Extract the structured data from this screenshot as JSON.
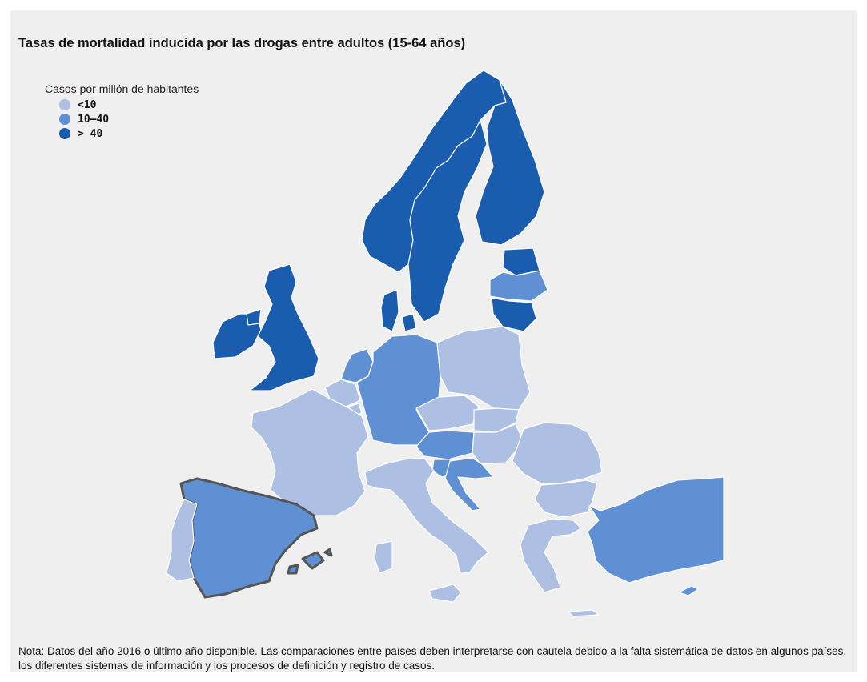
{
  "title": "Tasas de mortalidad inducida por las drogas entre adultos (15-64 años)",
  "legend": {
    "title": "Casos por millón de habitantes",
    "items": [
      {
        "label": "<10",
        "color": "#adc0e4"
      },
      {
        "label": "10–40",
        "color": "#5f90d4"
      },
      {
        "label": "> 40",
        "color": "#1a5cae"
      }
    ]
  },
  "highlight_outline_color": "#555555",
  "note": "Nota: Datos del año 2016 o último año disponible. Las comparaciones entre países deben interpretarse con cautela debido a la falta sistemática de datos en algunos países, los diferentes sistemas de información y los procesos de definición y registro de casos.",
  "regions": {
    "norway": "high",
    "sweden": "high",
    "finland": "high",
    "estonia": "high",
    "latvia": "mid",
    "lithuania": "high",
    "denmark": "high",
    "ireland": "high",
    "united-kingdom": "high",
    "netherlands": "mid",
    "belgium": "low",
    "luxembourg": "low",
    "germany": "mid",
    "poland": "low",
    "czechia": "low",
    "slovakia": "low",
    "austria": "mid",
    "hungary": "low",
    "slovenia": "mid",
    "croatia": "mid",
    "france": "low",
    "spain": "mid",
    "portugal": "low",
    "italy": "low",
    "romania": "low",
    "bulgaria": "low",
    "greece": "low",
    "turkey": "mid",
    "cyprus": "mid",
    "malta": "low"
  }
}
